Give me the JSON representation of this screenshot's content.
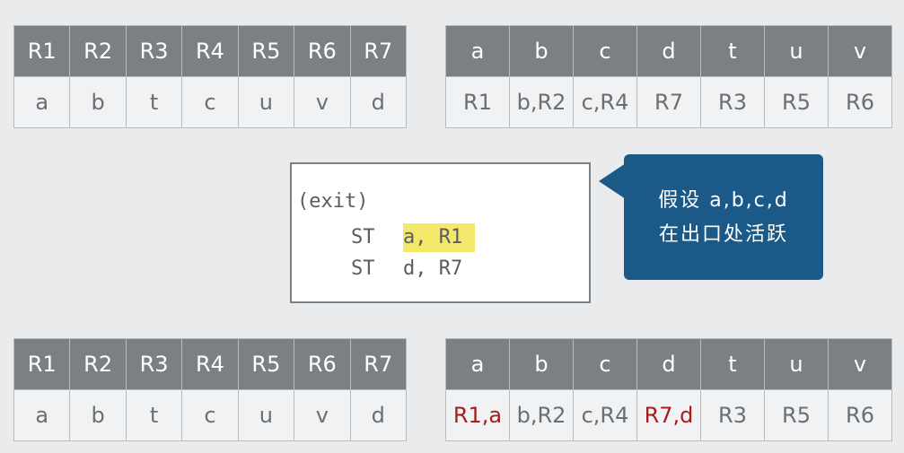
{
  "register_table_top": {
    "headers": [
      "R1",
      "R2",
      "R3",
      "R4",
      "R5",
      "R6",
      "R7"
    ],
    "values": [
      "a",
      "b",
      "t",
      "c",
      "u",
      "v",
      "d"
    ]
  },
  "address_table_top": {
    "headers": [
      "a",
      "b",
      "c",
      "d",
      "t",
      "u",
      "v"
    ],
    "values": [
      "R1",
      "b,R2",
      "c,R4",
      "R7",
      "R3",
      "R5",
      "R6"
    ]
  },
  "code": {
    "line1": "(exit)",
    "line2_op": "ST",
    "line2_args": "a, R1",
    "line3_op": "ST",
    "line3_args": "d, R7"
  },
  "callout": {
    "line1": "假设 a,b,c,d",
    "line2": "在出口处活跃"
  },
  "register_table_bottom": {
    "headers": [
      "R1",
      "R2",
      "R3",
      "R4",
      "R5",
      "R6",
      "R7"
    ],
    "values": [
      "a",
      "b",
      "t",
      "c",
      "u",
      "v",
      "d"
    ]
  },
  "address_table_bottom": {
    "headers": [
      "a",
      "b",
      "c",
      "d",
      "t",
      "u",
      "v"
    ],
    "values": [
      "R1,a",
      "b,R2",
      "c,R4",
      "R7,d",
      "R3",
      "R5",
      "R6"
    ],
    "changed_color": "#a51d1d"
  }
}
